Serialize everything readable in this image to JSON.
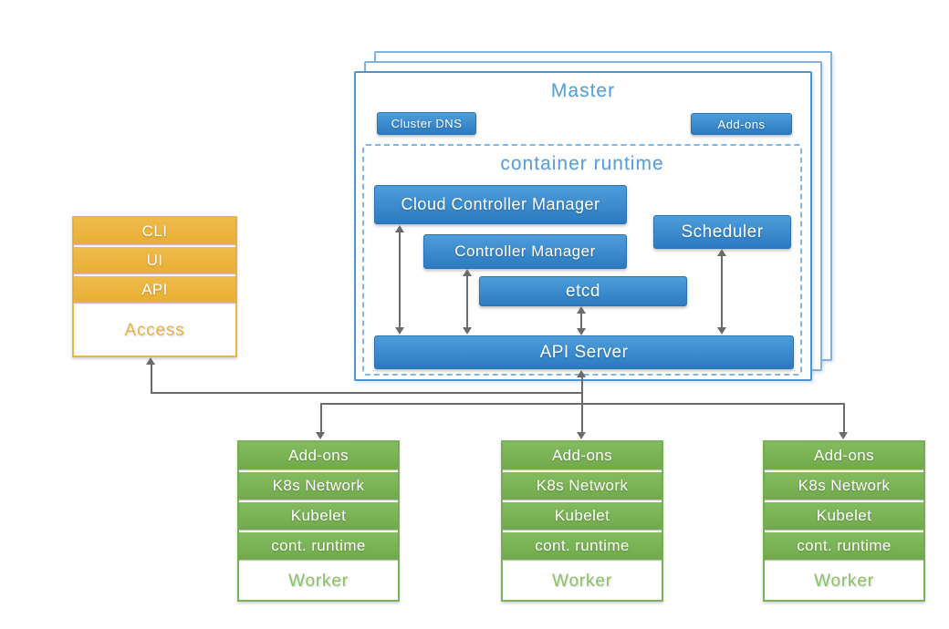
{
  "master": {
    "title": "Master",
    "cluster_dns": "Cluster DNS",
    "addons": "Add-ons",
    "container_runtime": {
      "title": "container runtime",
      "components": {
        "cloud_controller_manager": "Cloud Controller Manager",
        "controller_manager": "Controller Manager",
        "scheduler": "Scheduler",
        "etcd": "etcd",
        "api_server": "API Server"
      }
    }
  },
  "access": {
    "title": "Access",
    "layers": [
      "CLI",
      "UI",
      "API"
    ]
  },
  "workers": {
    "title": "Worker",
    "layers": [
      "Add-ons",
      "K8s Network",
      "Kubelet",
      "cont. runtime"
    ],
    "count": 3
  },
  "colors": {
    "node_blue_top": "#4d9eda",
    "node_blue_bottom": "#2c7ac2",
    "master_border": "#4e95d0",
    "back_layer_border": "#7fb3de",
    "dashed_border": "#7db7e4",
    "title_blue": "#55a1d8",
    "access_orange": "#ecb544",
    "worker_green": "#7ab357",
    "arrow_gray": "#6b6b6b"
  }
}
